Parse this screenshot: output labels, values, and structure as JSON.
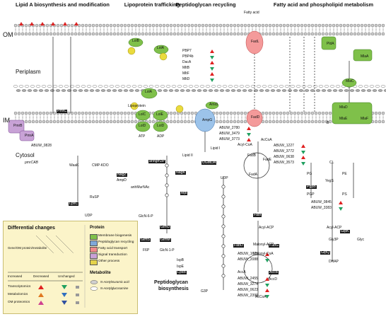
{
  "headers": {
    "lipid_a": "Lipid A biosynthesis and modification",
    "lipoprotein": "Lipoprotein trafficking",
    "peptidoglycan_recycling": "Peptidoglycan recycling",
    "fatty_acid": "Fatty acid and phospholipid metabolism"
  },
  "compartments": {
    "om": "OM",
    "periplasm": "Periplasm",
    "im": "IM",
    "cytosol": "Cytosol"
  },
  "proteins": {
    "lolB": "LolB",
    "lolA_top": "LolA",
    "lolA": "LolA",
    "lolC": "LolC",
    "lolE": "LolE",
    "lolD_left": "LolD",
    "lolD_right": "LolD",
    "ampG": "AmpG",
    "amiD": "AmiD",
    "fadL": "FadL",
    "fadD": "FadD",
    "plda": "PldA",
    "mlaA": "MlaA",
    "mlaC": "MlaC",
    "mlaD": "MlaD",
    "mlaE": "MlaE",
    "mlaF": "MlaF",
    "mlaB": "B",
    "pmrB": "PmrB",
    "pmrA": "PmrA",
    "pmrC": "PmrC",
    "lpxC": "LpxC",
    "nagZ": "NagZ",
    "ampD": "AmpD",
    "anhgm3p": "anhgm3P",
    "nagk": "NagK",
    "ugmda": "UGMDA",
    "mpl": "Mpl",
    "glmu": "GlmU",
    "glmm": "GlmM",
    "glms": "GlmS",
    "ispb": "IspB",
    "ispe": "IspE",
    "lpsb": "LpsB",
    "fabI": "FabI",
    "fabD": "FabD",
    "fabG": "FabG",
    "accB": "AccB",
    "pgpB": "PgpB",
    "glpK": "GlpK",
    "glpQ": "GlpQ"
  },
  "labels": {
    "fatty_acid": "Fatty acid",
    "lipoprotein": "Lipoprotein",
    "atp": "ATP",
    "adp": "ADP",
    "anhmurnac": "anhMurNAc",
    "lipid_ii": "Lipid II",
    "lipid_i": "Lipid I",
    "udp_mid": "UDP",
    "glcn6p": "GlcN-6-P",
    "f6p": "F6P",
    "glcn1p": "GlcN-1-P",
    "waak": "WaaK",
    "cmp_kdo": "CMP-KDO",
    "rusp": "RuSP",
    "udp_left": "UDP",
    "pmrcab": "pmrCAB",
    "abuw_0828": "ABUW_0828",
    "acyl_coa": "Acyl-CoA",
    "acoa": "AcCoA",
    "fadB": "FadB",
    "fadE": "FadE",
    "fadA": "FadA",
    "acyl_acp": "Acyl-ACP",
    "acyl_acp2": "Acyl-ACP",
    "malonyl_acp": "Malonyl-ACP",
    "malonyl_coa": "Malonyl-CoA",
    "acc_a": "AccA",
    "acc_d": "AccD",
    "acoa2": "AcCoA",
    "g3p": "G3P",
    "pg": "PG",
    "pe": "PE",
    "cl": "CL",
    "ps": "PS",
    "pgp": "PGP",
    "yegs": "YegS",
    "gly3p": "Gly3P",
    "glyc": "Glyc",
    "dhap": "DHAP",
    "peptidoglycan_biosynthesis_1": "Peptidoglycan",
    "peptidoglycan_biosynthesis_2": "biosynthesis"
  },
  "gene_list_top": [
    "PBP7",
    "PBP4b",
    "DacA",
    "MltB",
    "MltF",
    "MltD"
  ],
  "abuw_list_im": [
    "ABUW_2780",
    "ABUW_3479",
    "ABUW_3773"
  ],
  "abuw_list_fad": [
    "ABUW_1227",
    "ABUW_3772",
    "ABUW_0638",
    "ABUW_3573"
  ],
  "abuw_list_fab": [
    "ABUW_1675",
    "ABUW_2088"
  ],
  "abuw_list_acc": [
    "ABUW_2455",
    "ABUW_3274",
    "ABUW_0623",
    "ABUW_2399"
  ],
  "abuw_list_pgp": [
    "ABUW_0845",
    "ABUW_3383"
  ],
  "legend": {
    "title": "Differential changes",
    "col_gene": "Gene/OM protein/metabolite",
    "col_rows": [
      "Increased",
      "Decreased",
      "Unchanged"
    ],
    "rows": [
      "Transcriptomics",
      "Metabolomics",
      "OM proteomics"
    ],
    "protein_title": "Protein",
    "protein_items": [
      "Membrane biogenesis",
      "Peptidoglycan recycling",
      "Fatty acid transport",
      "Signal transduction",
      "Other process"
    ],
    "protein_colors": [
      "#7fc04a",
      "#7fa8d8",
      "#f08a8a",
      "#c9a1d6",
      "#e5d34a"
    ],
    "metabolite_title": "Metabolite",
    "metabolite_items": [
      "N-Acetylmuramic acid",
      "N-Acetylglucosamine"
    ]
  },
  "colors": {
    "green": "#7fc04a",
    "blue": "#9cc3ea",
    "pink": "#f49a9a",
    "purple": "#c8a2d6",
    "yellow": "#eadb3d",
    "legend_bg": "#fbf4c9"
  }
}
